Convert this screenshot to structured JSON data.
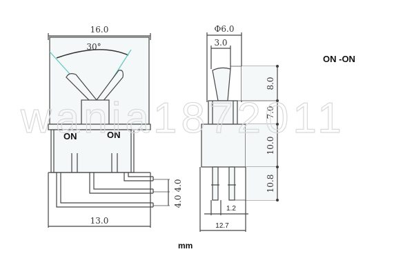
{
  "title": "ON -ON",
  "unit": "mm",
  "watermark": "wania1872011",
  "colors": {
    "line": "#444444",
    "fill": "#f4f8f8",
    "cyan": "#5cc8bf",
    "text": "#111111"
  },
  "front_view": {
    "width_top": "16.0",
    "angle": "30°",
    "pos_left": "ON",
    "pos_right": "ON",
    "width_bottom": "13.0",
    "pin_pitch_1": "4.0",
    "pin_pitch_2": "4.0"
  },
  "side_view": {
    "diameter": "Φ6.0",
    "lever_width": "3.0",
    "h_lever": "8.0",
    "h_bushing": "7.0",
    "h_body": "10.0",
    "h_pins": "10.8",
    "pin_width": "1.2",
    "body_width": "12.7"
  }
}
